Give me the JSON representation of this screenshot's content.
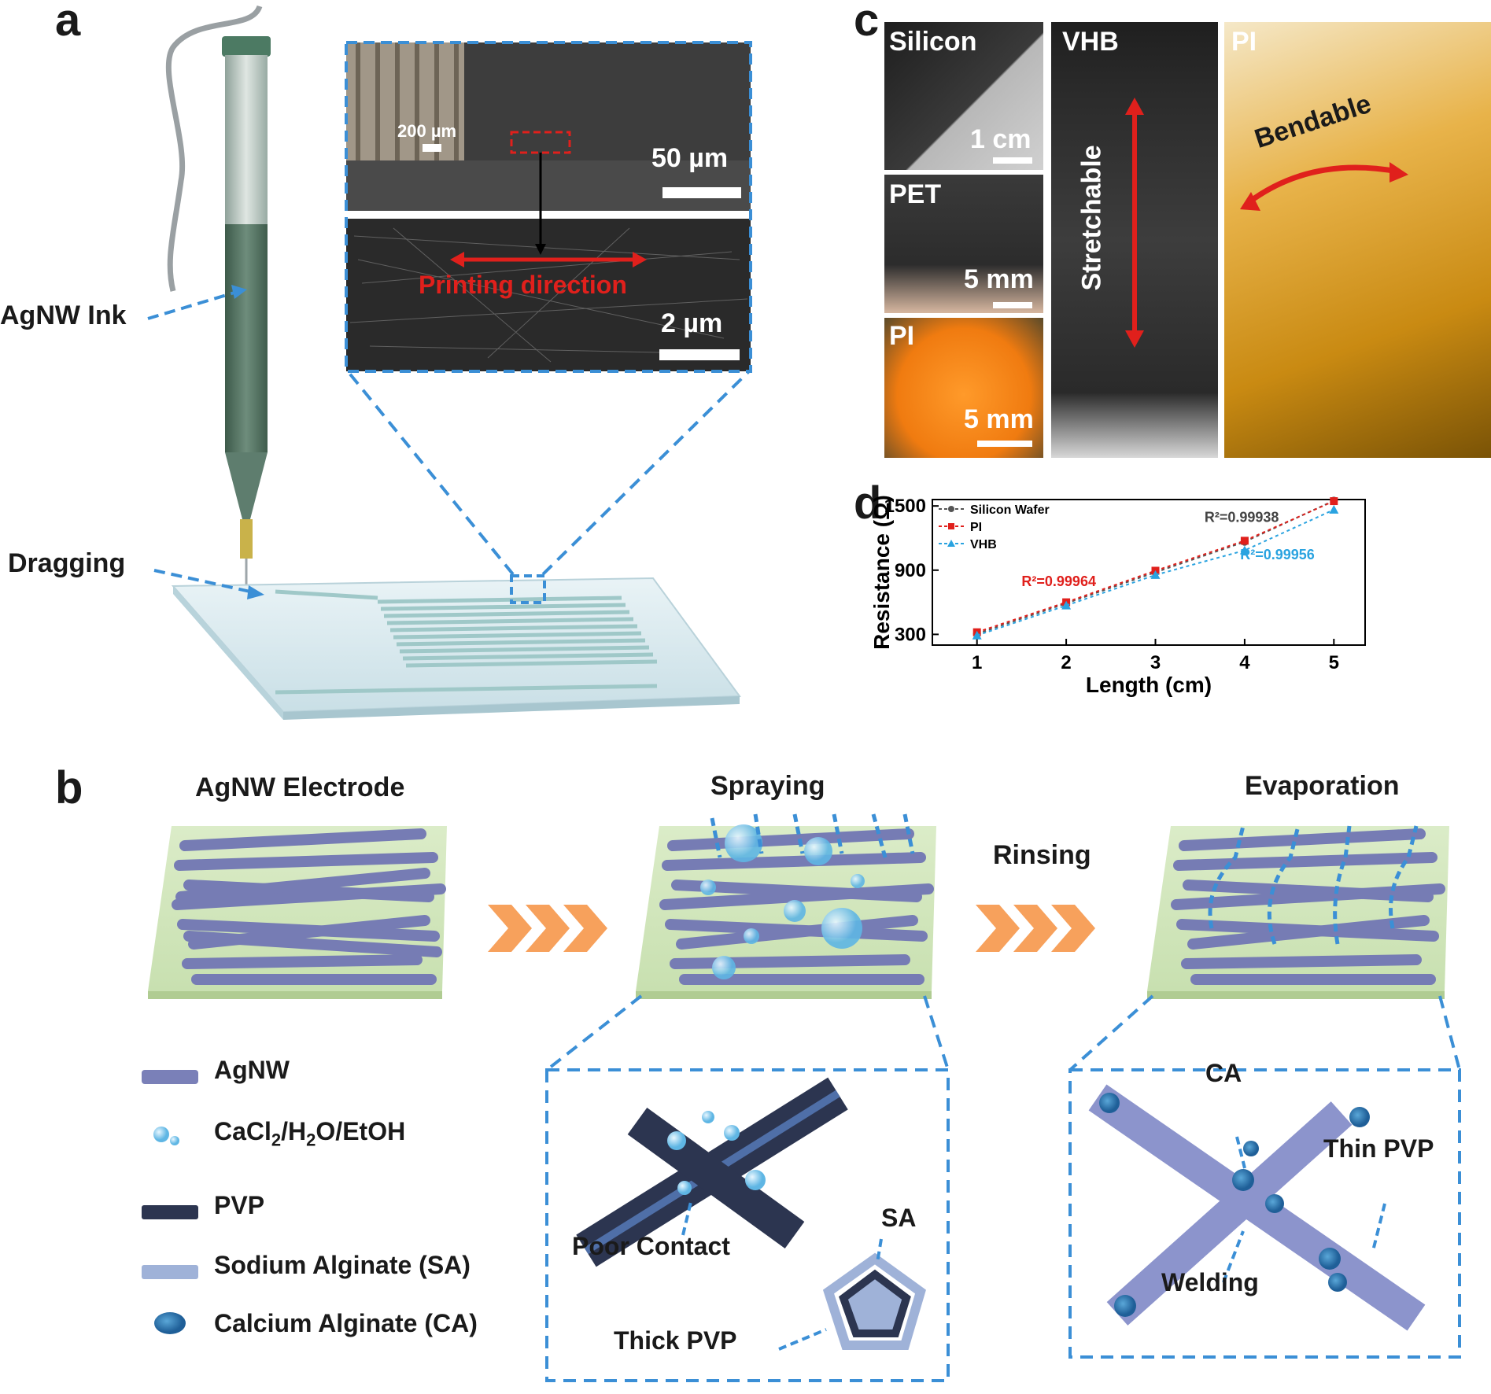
{
  "panels": {
    "a": "a",
    "b": "b",
    "c": "c",
    "d": "d"
  },
  "panel_a": {
    "ink_label": "AgNW Ink",
    "dragging_label": "Dragging",
    "inset_scale_top": "50 µm",
    "inset_scale_small": "200 µm",
    "inset_scale_bottom": "2 µm",
    "printing_direction": "Printing direction"
  },
  "panel_b": {
    "step1": "AgNW Electrode",
    "step2": "Spraying",
    "step3": "Rinsing",
    "step4": "Evaporation",
    "legend": [
      {
        "label": "AgNW",
        "color": "#7a80b8"
      },
      {
        "label": "CaCl2/H2O/EtOH",
        "color": "#6fc3ea"
      },
      {
        "label": "PVP",
        "color": "#2c3550"
      },
      {
        "label": "Sodium Alginate (SA)",
        "color": "#9fb2d8"
      },
      {
        "label": "Calcium Alginate (CA)",
        "color": "#2f6fae"
      }
    ],
    "left_zoom": {
      "poor_contact": "Poor Contact",
      "sa": "SA",
      "thick_pvp": "Thick PVP"
    },
    "right_zoom": {
      "ca": "CA",
      "thin_pvp": "Thin PVP",
      "welding": "Welding"
    }
  },
  "panel_c": {
    "silicon": "Silicon",
    "silicon_scale": "1 cm",
    "pet": "PET",
    "pet_scale": "5 mm",
    "pi_small": "PI",
    "pi_small_scale": "5 mm",
    "vhb": "VHB",
    "stretchable": "Stretchable",
    "pi_big": "PI",
    "bendable": "Bendable"
  },
  "chart_data": {
    "type": "scatter",
    "xlabel": "Length (cm)",
    "ylabel": "Resistance (Ω)",
    "xlim": [
      0.5,
      5.35
    ],
    "ylim": [
      200,
      1560
    ],
    "xticks": [
      1,
      2,
      3,
      4,
      5
    ],
    "yticks": [
      300,
      900,
      1500
    ],
    "x": [
      1,
      2,
      3,
      4,
      5
    ],
    "series": [
      {
        "name": "Silicon Wafer",
        "color": "#555555",
        "marker": "circle",
        "values": [
          305,
          590,
          880,
          1165,
          1550
        ]
      },
      {
        "name": "PI",
        "color": "#e0201c",
        "marker": "square",
        "values": [
          320,
          600,
          895,
          1175,
          1545
        ]
      },
      {
        "name": "VHB",
        "color": "#2aa3e0",
        "marker": "triangle",
        "values": [
          290,
          570,
          855,
          1085,
          1465
        ]
      }
    ],
    "annotations": [
      {
        "text": "R²=0.99938",
        "color": "#444444"
      },
      {
        "text": "R²=0.99964",
        "color": "#e0201c"
      },
      {
        "text": "R²=0.99956",
        "color": "#2aa3e0"
      }
    ],
    "legend_position": "top-left"
  }
}
